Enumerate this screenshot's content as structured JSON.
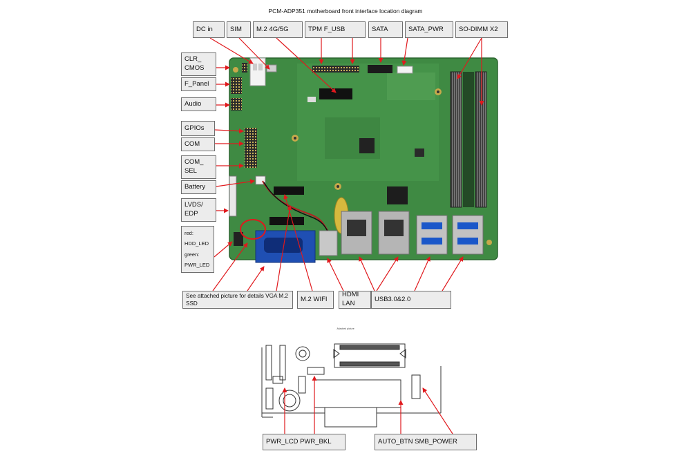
{
  "title": "PCM-ADP351 motherboard front interface location diagram",
  "attached_title": "Attached picture",
  "top_labels": {
    "dc_in": "DC in",
    "sim": "SIM",
    "m2_4g5g": "M.2 4G/5G",
    "tpm_fusb": "TPM F_USB",
    "sata": "SATA",
    "sata_pwr": "SATA_PWR",
    "sodimm": "SO-DIMM X2"
  },
  "left_labels": {
    "clr_cmos_1": "CLR_",
    "clr_cmos_2": "CMOS",
    "f_panel": "F_Panel",
    "audio": "Audio",
    "gpios": "GPIOs",
    "com": "COM",
    "com_sel_1": "COM_",
    "com_sel_2": "SEL",
    "battery": "Battery",
    "lvds_1": "LVDS/",
    "lvds_2": "EDP",
    "led_1": "red:",
    "led_2": "HDD_LED",
    "led_3": "green:",
    "led_4": "PWR_LED"
  },
  "bottom_labels": {
    "see_attached": "See attached picture for details",
    "vga_m2ssd": "VGA M.2 SSD",
    "m2_wifi": "M.2 WIFI",
    "hdmi_lan": "HDMI LAN",
    "usb": "USB3.0&2.0"
  },
  "attached_labels": {
    "pwr_lcd_bkl": "PWR_LCD PWR_BKL",
    "auto_btn_smb": "AUTO_BTN SMB_POWER"
  },
  "colors": {
    "board": "#3f8a43",
    "arrow": "#e0191d",
    "label_bg": "#ececec"
  }
}
